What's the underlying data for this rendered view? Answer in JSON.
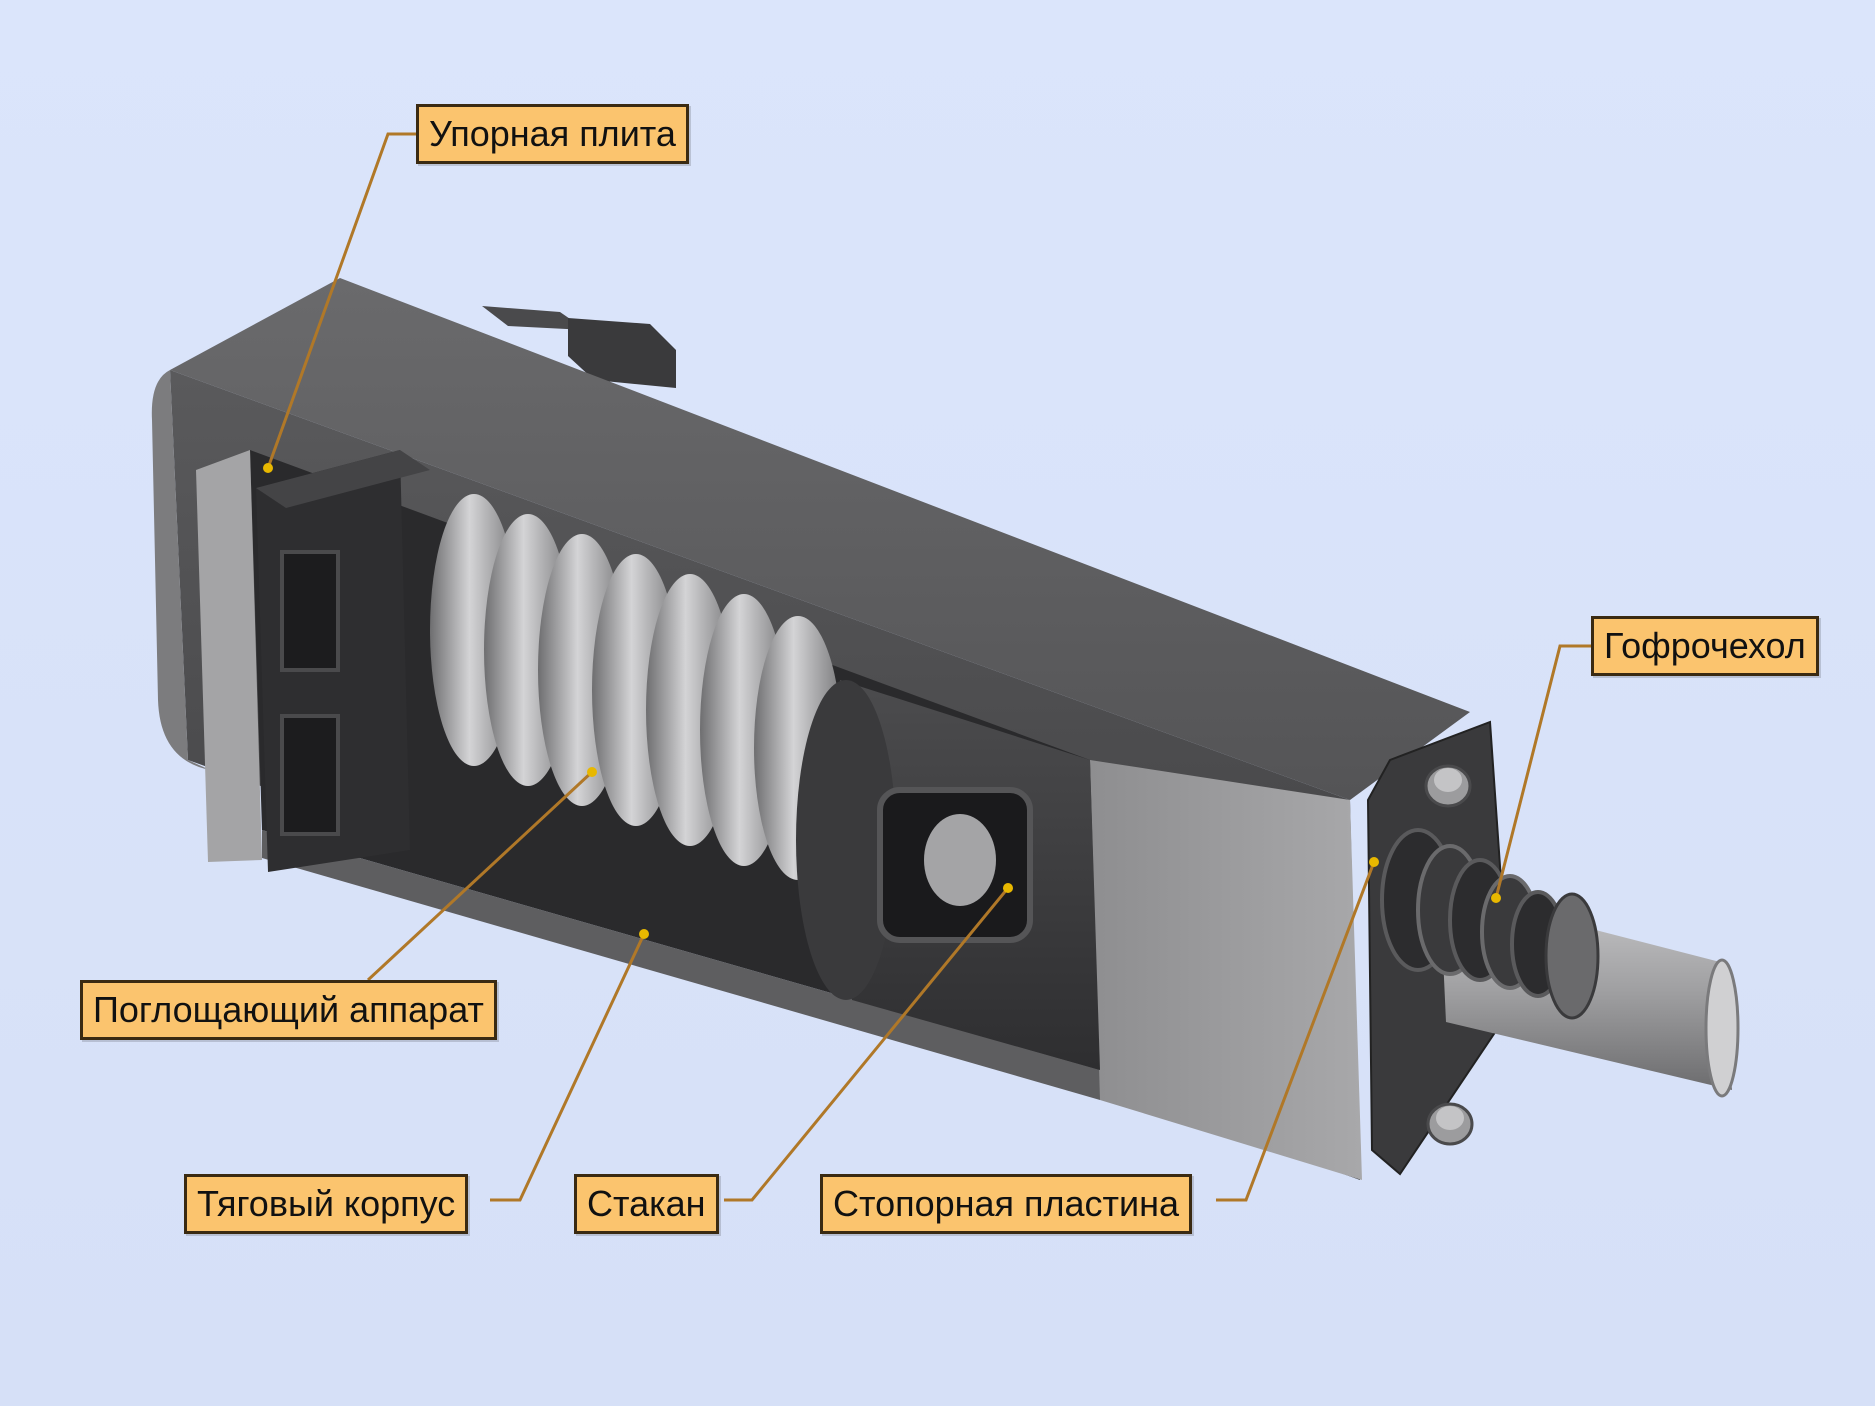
{
  "callouts": {
    "upornaya_plita": "Упорная плита",
    "gofrochehol": "Гофрочехол",
    "pogloshchayushchiy_apparat": "Поглощающий аппарат",
    "tyagovyy_korpus": "Тяговый корпус",
    "stakan": "Стакан",
    "stopornaya_plastina": "Стопорная пластина"
  },
  "colors": {
    "background": "#d8e2f8",
    "callout_fill": "#fbc46e",
    "callout_border": "#3a2a12",
    "leader_line": "#b07828",
    "leader_dot": "#e8b800",
    "body_dark": "#4a4a4c",
    "body_light": "#9a9a9c",
    "spring": "#b8b8ba"
  }
}
